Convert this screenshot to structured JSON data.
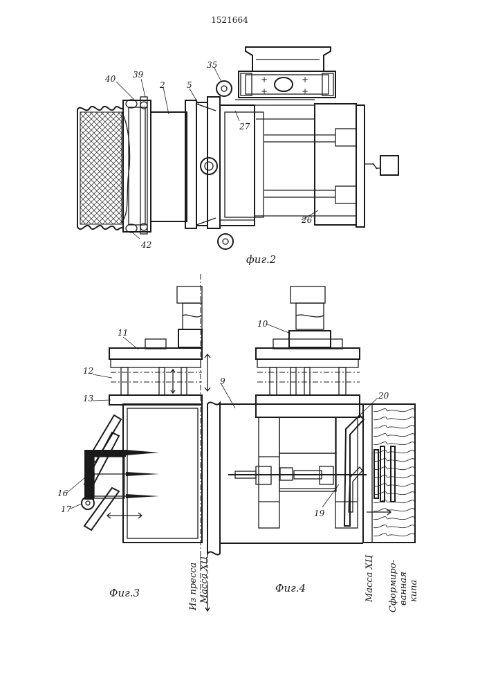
{
  "patent_number": "1521664",
  "figures": {
    "fig2": {
      "caption": "фиг.2",
      "labels": [
        "40",
        "39",
        "2",
        "5",
        "35",
        "27",
        "42",
        "26"
      ]
    },
    "fig3": {
      "caption": "Фиг.3",
      "labels": [
        "11",
        "12",
        "13",
        "16",
        "17"
      ]
    },
    "fig4": {
      "caption": "Фиг.4",
      "labels": [
        "10",
        "9",
        "20",
        "19"
      ]
    }
  },
  "flow_labels": {
    "from_press": "Из пресса",
    "mass_left": "Масса ХЦ",
    "mass_right": "Масса ХЦ",
    "formed_bale_1": "Сформиро-",
    "formed_bale_2": "ванная",
    "formed_bale_3": "кипа"
  }
}
